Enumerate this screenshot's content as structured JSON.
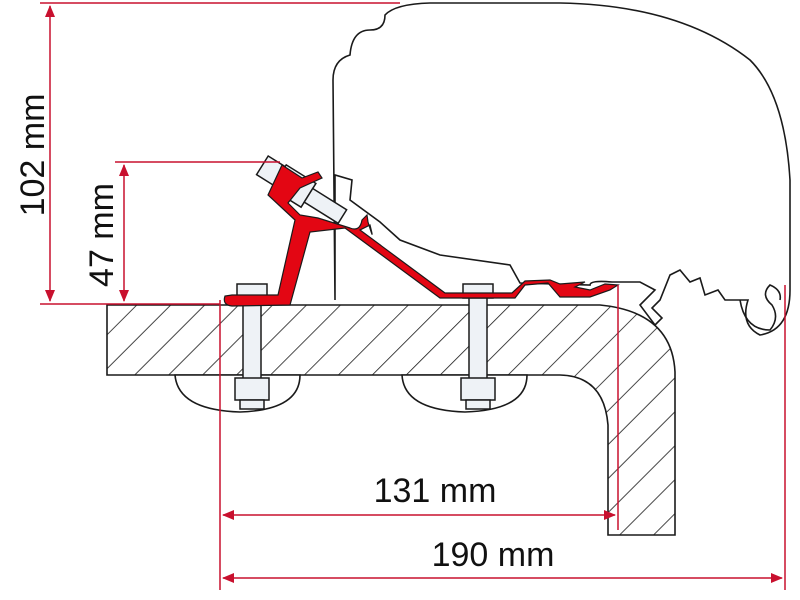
{
  "colors": {
    "dimension": "#c8102e",
    "bracket": "#e30613",
    "outline": "#1a1a1a",
    "bolt": "#eef2f6"
  },
  "dimensions": {
    "total_height": "102 mm",
    "bracket_height": "47 mm",
    "inner_width": "131 mm",
    "total_width": "190 mm"
  }
}
